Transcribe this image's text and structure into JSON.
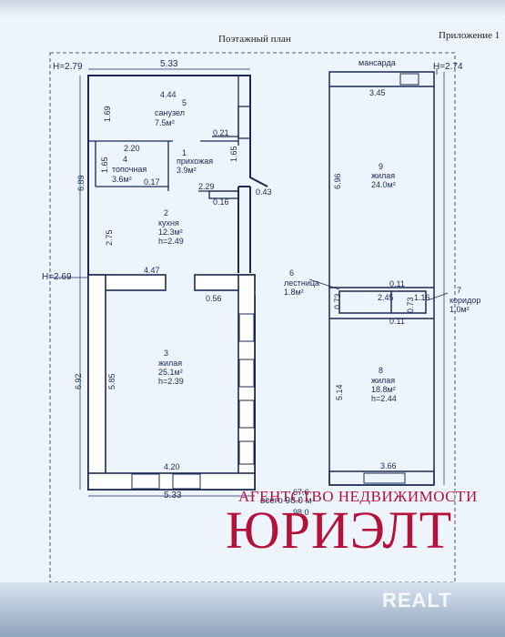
{
  "document": {
    "title": "Поэтажный план",
    "appendix": "Приложение 1"
  },
  "heights": {
    "top_left": "H=2.79",
    "top_right": "H=2.74",
    "mid_left": "H=2.69"
  },
  "labels": {
    "mansard": "мансарда",
    "total": "всего 98.0 м",
    "overlay_totals": [
      "67.6",
      "98.0"
    ]
  },
  "rooms": [
    {
      "id": "1",
      "name": "прихожая",
      "area": "3.9м²"
    },
    {
      "id": "2",
      "name": "кухня",
      "area": "12.3м²",
      "height": "h=2.49"
    },
    {
      "id": "3",
      "name": "жилая",
      "area": "25.1м²",
      "height": "h=2.39"
    },
    {
      "id": "4",
      "name": "топочная",
      "area": "3.6м²"
    },
    {
      "id": "5",
      "name": "санузел",
      "area": "7.5м²"
    },
    {
      "id": "6",
      "name": "лестница",
      "area": "1.8м²"
    },
    {
      "id": "7",
      "name": "коридор",
      "area": "1.0м²"
    },
    {
      "id": "8",
      "name": "жилая",
      "area": "18.8м²",
      "height": "h=2.44"
    },
    {
      "id": "9",
      "name": "жилая",
      "area": "24.0м²"
    }
  ],
  "dimensions": {
    "top_width": "5.33",
    "bottom_width": "5.33",
    "room5_width": "4.44",
    "room5_depth": "1.69",
    "d_021": "0.21",
    "d_165a": "1.65",
    "d_165b": "1.65",
    "d_220": "2.20",
    "d_017": "0.17",
    "d_229": "2.29",
    "d_016": "0.16",
    "d_043": "0.43",
    "left_689": "6.89",
    "d_275": "2.75",
    "d_447": "4.47",
    "d_056": "0.56",
    "left_692": "6.92",
    "d_585": "5.85",
    "d_420": "4.20",
    "d_345": "3.45",
    "d_696": "6.96",
    "d_011a": "0.11",
    "d_073a": "0.73",
    "d_245": "2.45",
    "d_116": "1.16",
    "d_073b": "0.73",
    "d_011b": "0.11",
    "d_514": "5.14",
    "d_366": "3.66"
  },
  "branding": {
    "agency_line": "АГЕНТСТВО НЕДВИЖИМОСТИ",
    "agency_name": "ЮРИЭЛТ",
    "watermark": "REALT"
  },
  "colors": {
    "paper": "#eef4fb",
    "lines": "#1b2a55",
    "brand": "#b5123a"
  }
}
